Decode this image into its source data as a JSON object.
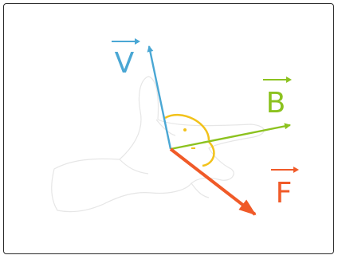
{
  "diagram": {
    "vectors": [
      {
        "label": "V",
        "color": "#4aa7d4"
      },
      {
        "label": "B",
        "color": "#8cc21f"
      },
      {
        "label": "F",
        "color": "#f05a28"
      }
    ],
    "angle_color": "#f2c21b",
    "hand_outline_color": "#e6e6e6"
  }
}
